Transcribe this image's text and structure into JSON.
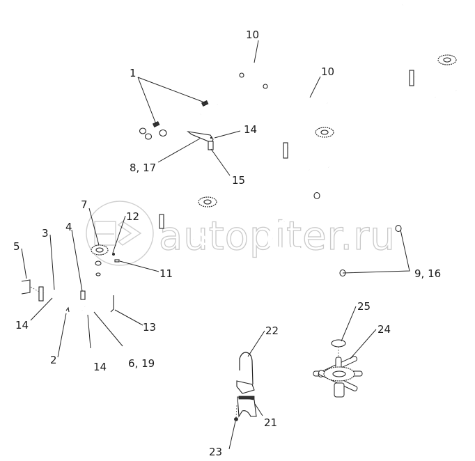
{
  "diagram": {
    "watermark_text": "autopiter.ru",
    "callouts": [
      {
        "id": "c1",
        "text": "1"
      },
      {
        "id": "c10a",
        "text": "10"
      },
      {
        "id": "c10b",
        "text": "10"
      },
      {
        "id": "c14a",
        "text": "14"
      },
      {
        "id": "c8_17",
        "text": "8, 17"
      },
      {
        "id": "c15",
        "text": "15"
      },
      {
        "id": "c7",
        "text": "7"
      },
      {
        "id": "c12",
        "text": "12"
      },
      {
        "id": "c3",
        "text": "3"
      },
      {
        "id": "c4",
        "text": "4"
      },
      {
        "id": "c5",
        "text": "5"
      },
      {
        "id": "c11",
        "text": "11"
      },
      {
        "id": "c14b",
        "text": "14"
      },
      {
        "id": "c13",
        "text": "13"
      },
      {
        "id": "c2",
        "text": "2"
      },
      {
        "id": "c14c",
        "text": "14"
      },
      {
        "id": "c6_19",
        "text": "6, 19"
      },
      {
        "id": "c9_16",
        "text": "9, 16"
      },
      {
        "id": "c22",
        "text": "22"
      },
      {
        "id": "c25",
        "text": "25"
      },
      {
        "id": "c24",
        "text": "24"
      },
      {
        "id": "c21",
        "text": "21"
      },
      {
        "id": "c23",
        "text": "23"
      }
    ]
  }
}
